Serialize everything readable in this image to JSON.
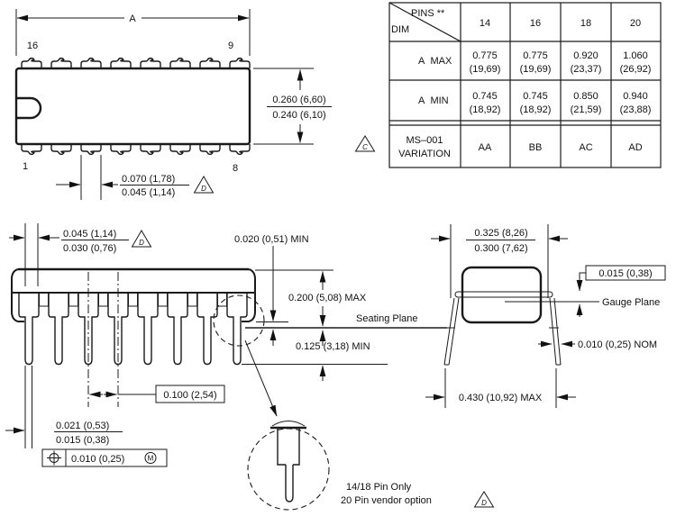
{
  "top_view": {
    "dim_a_label": "A",
    "pin_top_left": "16",
    "pin_top_right": "9",
    "pin_bottom_left": "1",
    "pin_bottom_right": "8",
    "width_max": "0.260 (6,60)",
    "width_min": "0.240 (6,10)",
    "lead_root_max": "0.070 (1,78)",
    "lead_root_min": "0.045 (1,14)",
    "rev_d": "D"
  },
  "table": {
    "corner_top": "PINS **",
    "corner_bottom": "DIM",
    "columns": [
      "14",
      "16",
      "18",
      "20"
    ],
    "rows": [
      {
        "label": "A  MAX",
        "cells": [
          {
            "line1": "0.775",
            "line2": "(19,69)"
          },
          {
            "line1": "0.775",
            "line2": "(19,69)"
          },
          {
            "line1": "0.920",
            "line2": "(23,37)"
          },
          {
            "line1": "1.060",
            "line2": "(26,92)"
          }
        ]
      },
      {
        "label": "A  MIN",
        "cells": [
          {
            "line1": "0.745",
            "line2": "(18,92)"
          },
          {
            "line1": "0.745",
            "line2": "(18,92)"
          },
          {
            "line1": "0.850",
            "line2": "(21,59)"
          },
          {
            "line1": "0.940",
            "line2": "(23,88)"
          }
        ]
      }
    ],
    "variation_label1": "MS–001",
    "variation_label2": "VARIATION",
    "variation_cells": [
      "AA",
      "BB",
      "AC",
      "AD"
    ],
    "rev_c": "C"
  },
  "side_view": {
    "end_lead_max": "0.045 (1,14)",
    "end_lead_min": "0.030 (0,76)",
    "rev_d": "D",
    "standoff": "0.020 (0,51) MIN",
    "body_height": "0.200 (5,08) MAX",
    "seating_plane": "Seating Plane",
    "lead_length": "0.125 (3,18) MIN",
    "pitch": "0.100 (2,54)",
    "lead_width_max": "0.021 (0,53)",
    "lead_width_min": "0.015 (0,38)",
    "position_tolerance": "0.010 (0,25)",
    "material_modifier": "M"
  },
  "end_view": {
    "row_span_max": "0.325 (8,26)",
    "row_span_min": "0.300 (7,62)",
    "gauge_offset": "0.015 (0,38)",
    "gauge_plane": "Gauge Plane",
    "lead_thickness": "0.010 (0,25) NOM",
    "overall_width": "0.430 (10,92) MAX"
  },
  "detail": {
    "note_line1": "14/18 Pin Only",
    "note_line2": "20 Pin vendor option",
    "rev_d": "D"
  }
}
